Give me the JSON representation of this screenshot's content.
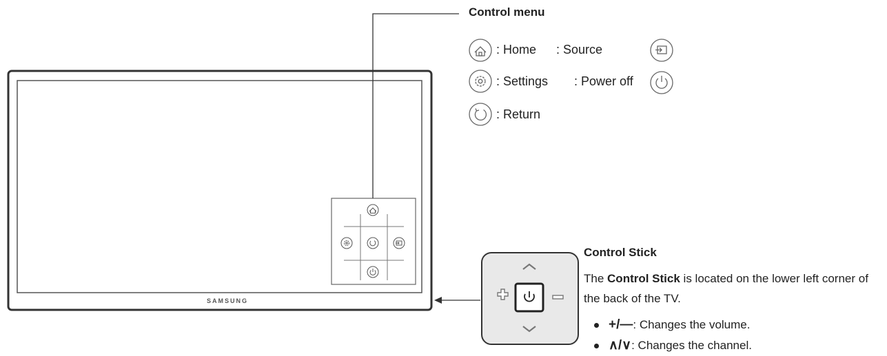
{
  "control_menu": {
    "title": "Control menu",
    "items": {
      "home": ": Home",
      "source": ": Source",
      "settings": ": Settings",
      "power_off": ": Power off",
      "return": ": Return"
    }
  },
  "tv": {
    "brand": "SAMSUNG"
  },
  "control_stick": {
    "title": "Control Stick",
    "desc_prefix": "The ",
    "desc_bold": "Control Stick",
    "desc_suffix": " is located on the lower left corner of the back of the TV.",
    "bullets": [
      {
        "symbol": "+/—",
        "text": ": Changes the volume."
      },
      {
        "symbol": "∧/∨",
        "text": ": Changes the channel."
      }
    ]
  },
  "colors": {
    "line": "#333333",
    "icon": "#555555",
    "frame": "#333333"
  }
}
